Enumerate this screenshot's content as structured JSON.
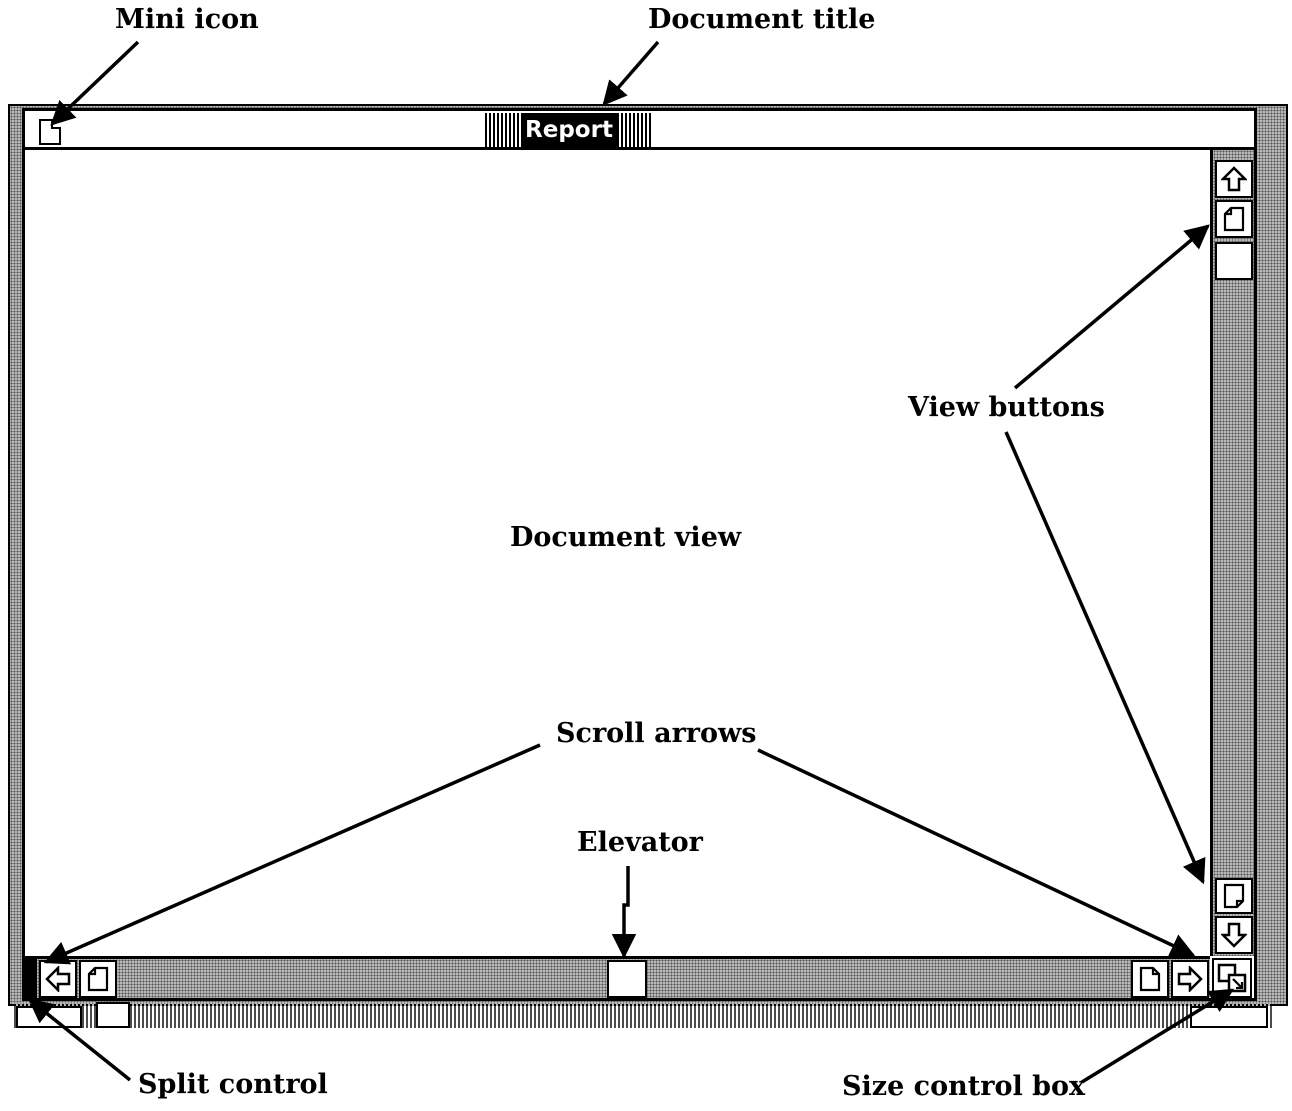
{
  "window": {
    "title": "Report"
  },
  "callouts": {
    "mini_icon": "Mini icon",
    "document_title": "Document title",
    "view_buttons": "View buttons",
    "document_view": "Document view",
    "scroll_arrows": "Scroll arrows",
    "elevator": "Elevator",
    "split_control": "Split control",
    "size_control_box": "Size control box"
  },
  "icons": {
    "mini_icon": "document-icon",
    "scroll_up": "arrow-up-icon",
    "scroll_down": "arrow-down-icon",
    "scroll_left": "arrow-left-icon",
    "scroll_right": "arrow-right-icon",
    "view_page": "page-icon",
    "size_box": "resize-icon"
  },
  "colors": {
    "ink": "#000000",
    "paper": "#ffffff",
    "dither": "#b8b8b8"
  }
}
